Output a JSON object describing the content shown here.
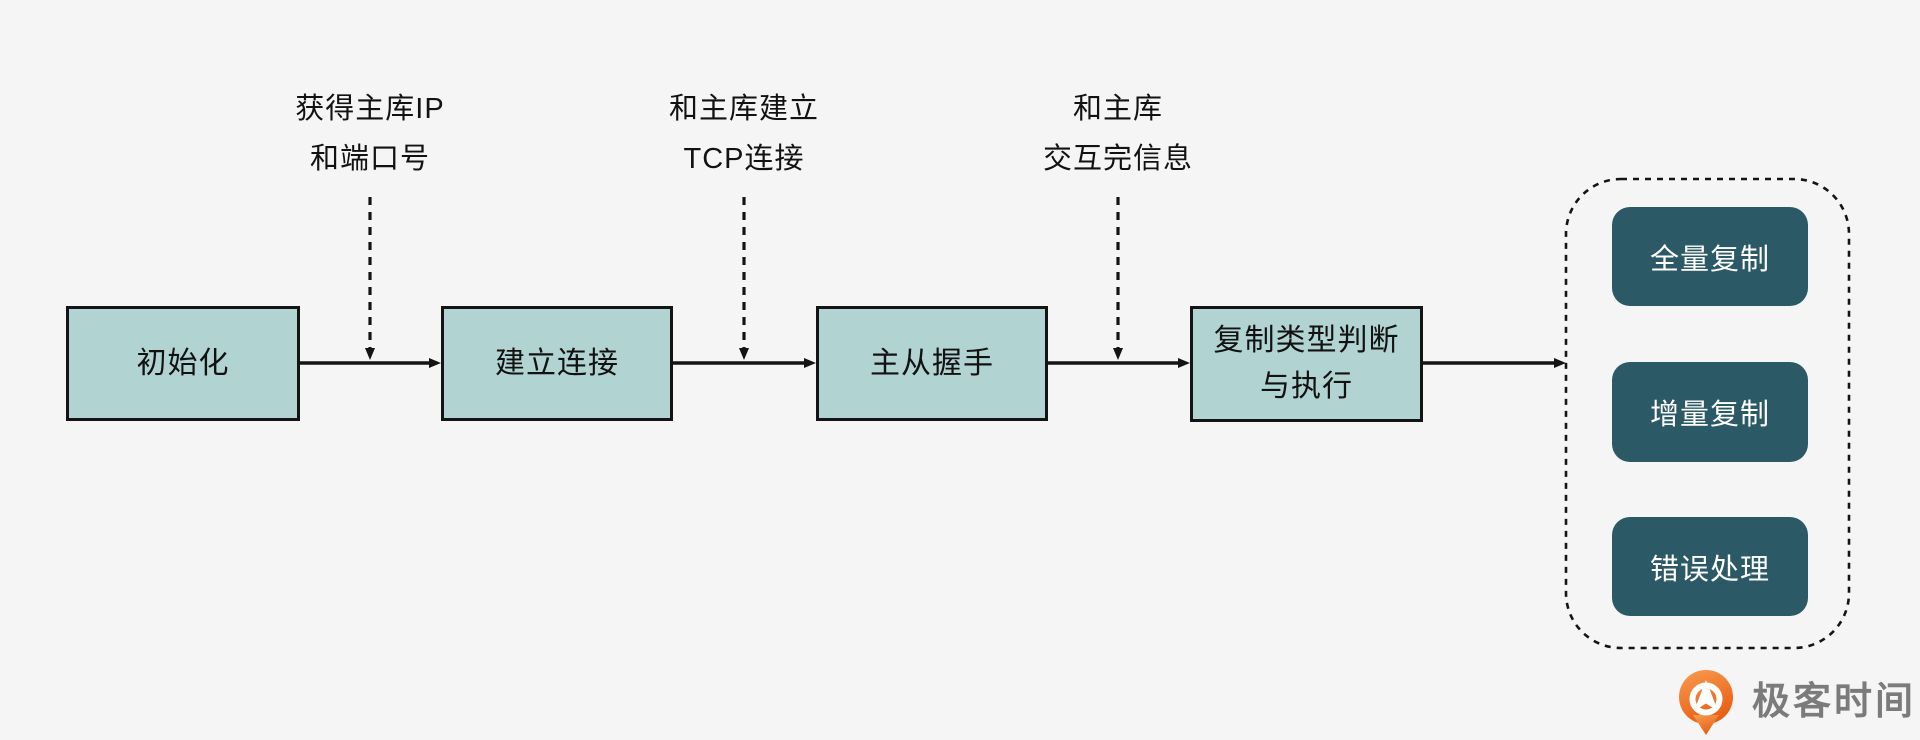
{
  "background_color": "#f5f5f6",
  "colors": {
    "step_box_fill": "#b1d4d2",
    "step_box_border": "#141414",
    "outcome_box_fill": "#2b5966",
    "outcome_box_text": "#ffffff",
    "text": "#121212",
    "connector": "#141414",
    "logo_orange": "#ee6d1f",
    "logo_text_gray": "#7b7b7b"
  },
  "flow": {
    "steps": [
      {
        "label": "初始化"
      },
      {
        "label": "建立连接"
      },
      {
        "label": "主从握手"
      },
      {
        "label": "复制类型判断\n与执行"
      }
    ]
  },
  "annotations": [
    {
      "text": "获得主库IP\n和端口号"
    },
    {
      "text": "和主库建立\nTCP连接"
    },
    {
      "text": "和主库\n交互完信息"
    }
  ],
  "outcomes": [
    {
      "label": "全量复制"
    },
    {
      "label": "增量复制"
    },
    {
      "label": "错误处理"
    }
  ],
  "logo": {
    "text": "极客时间"
  }
}
